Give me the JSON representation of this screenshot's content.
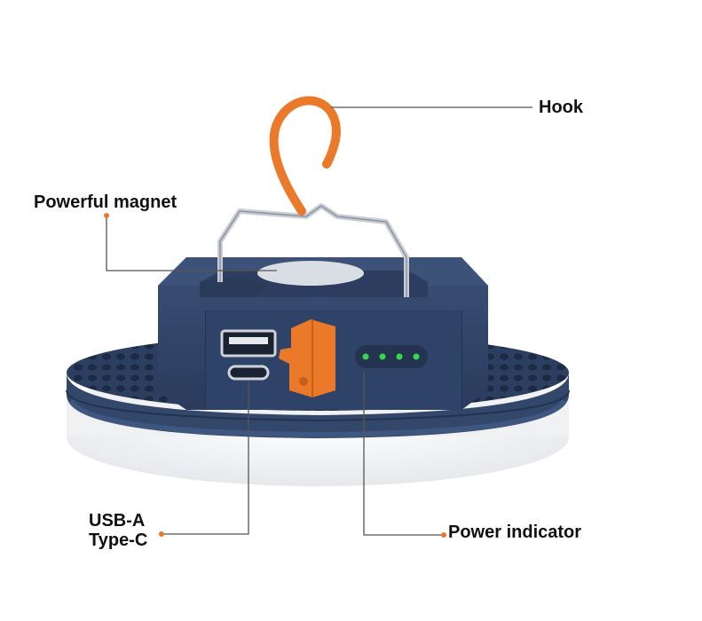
{
  "callouts": {
    "hook": "Hook",
    "magnet": "Powerful magnet",
    "ports_line1": "USB-A",
    "ports_line2": "Type-C",
    "power": "Power indicator"
  },
  "colors": {
    "body": "#33476a",
    "body_dark": "#263753",
    "hook": "#ea7a2a",
    "diffuser": "#f1f2f4",
    "indicator": "#35d84a",
    "leader_dot": "#ea7a2a"
  },
  "indicator_leds": 4
}
